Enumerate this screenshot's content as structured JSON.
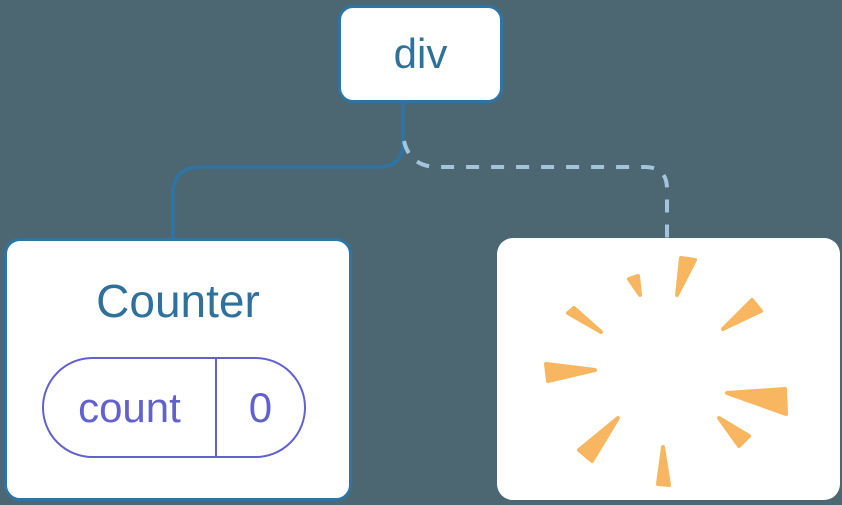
{
  "tree": {
    "root": {
      "label": "div"
    },
    "counter": {
      "title": "Counter",
      "state": {
        "name": "count",
        "value": "0"
      },
      "connector": "solid"
    },
    "removed": {
      "icon_name": "poof-starburst-icon",
      "connector": "dashed"
    }
  },
  "colors": {
    "background": "#4C6771",
    "node_bg": "#FFFFFF",
    "node_border": "#2E74A4",
    "node_text": "#30719C",
    "solid_line": "#2E74A4",
    "dashed_line": "#A3C4DC",
    "state_accent": "#6262CE",
    "poof_orange": "#F7B65F"
  }
}
